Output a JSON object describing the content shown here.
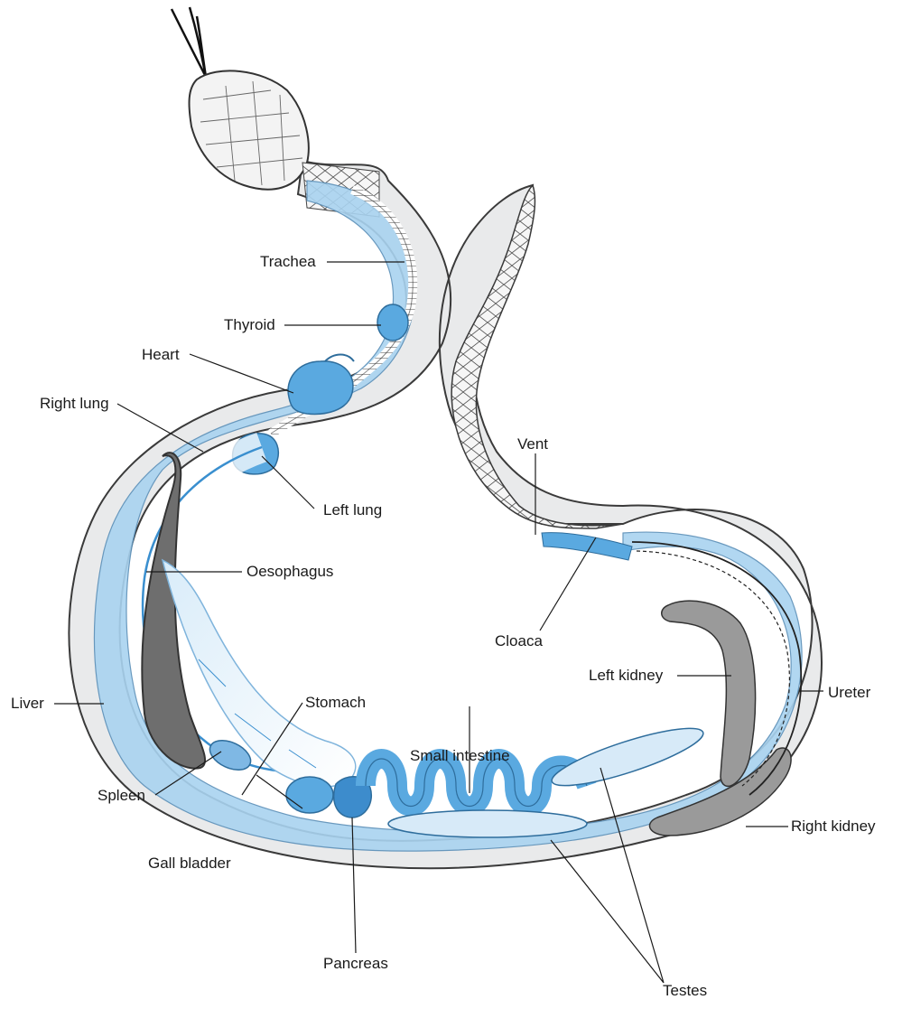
{
  "diagram": {
    "colors": {
      "body_fill": "#e9eaeb",
      "body_outline": "#3a3a3a",
      "cavity_blue": "#a9d3f0",
      "organ_blue": "#5aa9e0",
      "liver_grey": "#6e6e6e",
      "kidney_grey": "#9a9a9a",
      "scale_fill": "#f4f4f4"
    },
    "labels": {
      "trachea": "Trachea",
      "thyroid": "Thyroid",
      "heart": "Heart",
      "right_lung": "Right lung",
      "left_lung": "Left lung",
      "oesophagus": "Oesophagus",
      "liver": "Liver",
      "stomach": "Stomach",
      "small_intestine": "Small intestine",
      "spleen": "Spleen",
      "gall_bladder": "Gall bladder",
      "pancreas": "Pancreas",
      "testes": "Testes",
      "vent": "Vent",
      "cloaca": "Cloaca",
      "left_kidney": "Left kidney",
      "ureter": "Ureter",
      "right_kidney": "Right kidney"
    }
  }
}
